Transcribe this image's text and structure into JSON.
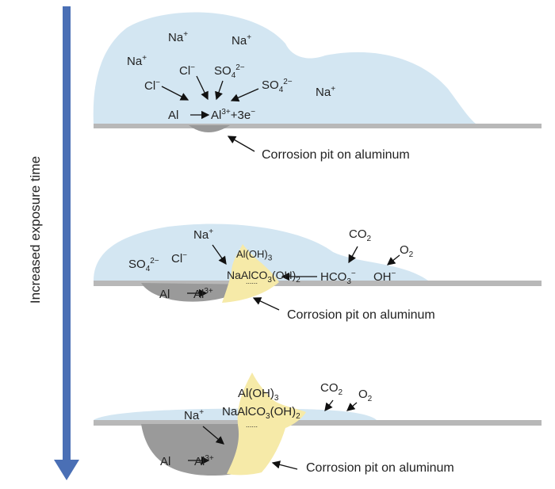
{
  "axis": {
    "label": "Increased exposure time",
    "arrow_color": "#4a6fb5"
  },
  "colors": {
    "electrolyte": "#d3e6f2",
    "metal": "#b8b8b8",
    "pit": "#999999",
    "product": "#f6eaa8",
    "arrow": "#111111"
  },
  "panel1": {
    "ions": {
      "na1": "Na",
      "na2": "Na",
      "na3": "Na",
      "na4": "Na",
      "cl1": "Cl",
      "cl2": "Cl",
      "so4a": "SO",
      "so4b": "SO"
    },
    "reaction": {
      "left": "Al",
      "right": "Al",
      "charge": "3+",
      "tail": "+3e"
    },
    "caption": "Corrosion pit on aluminum"
  },
  "panel2": {
    "ions": {
      "na": "Na",
      "so4": "SO",
      "cl": "Cl",
      "co2": "CO",
      "o2": "O",
      "hco3": "HCO",
      "oh": "OH"
    },
    "products": {
      "aloh3": "Al(OH)",
      "naalco3": "NaAlCO",
      "naalco3_tail": "(OH)",
      "dots": "......"
    },
    "reaction": {
      "left": "Al",
      "right": "Al",
      "charge": "3+"
    },
    "caption": "Corrosion pit on aluminum"
  },
  "panel3": {
    "ions": {
      "na": "Na",
      "co2": "CO",
      "o2": "O"
    },
    "products": {
      "aloh3": "Al(OH)",
      "naalco3": "NaAlCO",
      "naalco3_tail": "(OH)",
      "dots": "......"
    },
    "reaction": {
      "left": "Al",
      "right": "Al",
      "charge": "3+"
    },
    "caption": "Corrosion pit on aluminum"
  }
}
